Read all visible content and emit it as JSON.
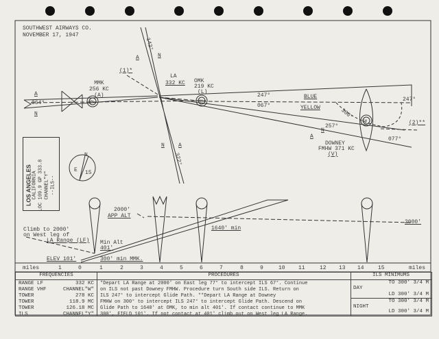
{
  "header": {
    "company": "SOUTHWEST AIRWAYS CO.",
    "date": "NOVEMBER 17, 1947"
  },
  "plan_view": {
    "bearings": {
      "inbound_west": "064°",
      "north_leg": "142°",
      "south_leg": "322°",
      "east_247": "247°",
      "east_067": "067°",
      "east_257": "257°",
      "east_077": "077°",
      "turn_247": "247°",
      "turn_300": "300°"
    },
    "labels": {
      "blue": "BLUE",
      "yellow": "YELLOW",
      "a": "A",
      "n": "N",
      "note1": "(1)*",
      "note2": "(2)**"
    },
    "stations": {
      "mmk": {
        "name": "MMK",
        "freq": "256 KC",
        "ident": "(A)",
        "symbol": "MM"
      },
      "la": {
        "name": "LA",
        "freq": "332 KC"
      },
      "omk": {
        "name": "OMK",
        "freq": "219 KC",
        "ident": "(L)",
        "symbol": "OM"
      },
      "downey": {
        "name": "DOWNEY",
        "freq": "FMHW 371 KC",
        "ident": "(V)",
        "symbol": "FM"
      }
    },
    "compass": {
      "north": "N",
      "var": "E",
      "deg": "15"
    },
    "info_box": {
      "city": "LOS ANGELES",
      "state": "CALIFORNIA",
      "loc": "LOC 109.9   GP 333.8",
      "channel": "CHANNEL\"Y\"",
      "type": "--ILS--"
    }
  },
  "profile": {
    "app_alt": "2000'",
    "app_alt_label": "APP ALT",
    "climb": "Climb to 2000'",
    "climb2": "on West leg of",
    "climb3": "LA Range (LF)",
    "min_alt": "Min Alt",
    "min_alt_val": "401'",
    "elev": "ELEV 101'",
    "min_mmk": "300' min MMK.",
    "min_1640": "1640' min",
    "right_2000": "2000'"
  },
  "scale": {
    "left_label": "miles",
    "right_label": "miles",
    "ticks": [
      "1",
      "0",
      "1",
      "2",
      "3",
      "4",
      "5",
      "6",
      "7",
      "8",
      "9",
      "10",
      "11",
      "12",
      "13",
      "14",
      "15"
    ]
  },
  "table": {
    "freq_header": "FREQUENCIES",
    "frequencies": [
      [
        "RANGE LF",
        "332 KC"
      ],
      [
        "RANGE VHF",
        "CHANNEL\"W\""
      ],
      [
        "TOWER",
        "278 KC"
      ],
      [
        "TOWER",
        "118.9 MC"
      ],
      [
        "TOWER",
        "126.18 MC"
      ],
      [
        "ILS",
        "CHANNEL\"Y\""
      ]
    ],
    "proc_header": "PROCEDURES",
    "procedures": [
      "*Depart LA Range at 2000' on East leg 77° to intercept ILS 67°. Continue",
      "on ILS not past Downey FMHW. Procedure turn South side ILS. Return on",
      "ILS 247° to intercept Glide Path. **Depart LA Range at Downey",
      "FMHW on 300° to intercept ILS 247° to intercept Glide Path. Descend on",
      "Glide Path to 1640' at OMK, to min alt 401'. If contact continue to MMK",
      "300', FIELD 101'. If not contact at 401' climb out on West leg LA Range."
    ],
    "min_header": "ILS MINIMUMS",
    "minimums": [
      {
        "period": "DAY",
        "to": "TO  300' 3/4 M",
        "ld": "LD  300' 3/4 M"
      },
      {
        "period": "NIGHT",
        "to": "TO  300' 3/4 M",
        "ld": "LD  300' 3/4 M"
      }
    ]
  }
}
